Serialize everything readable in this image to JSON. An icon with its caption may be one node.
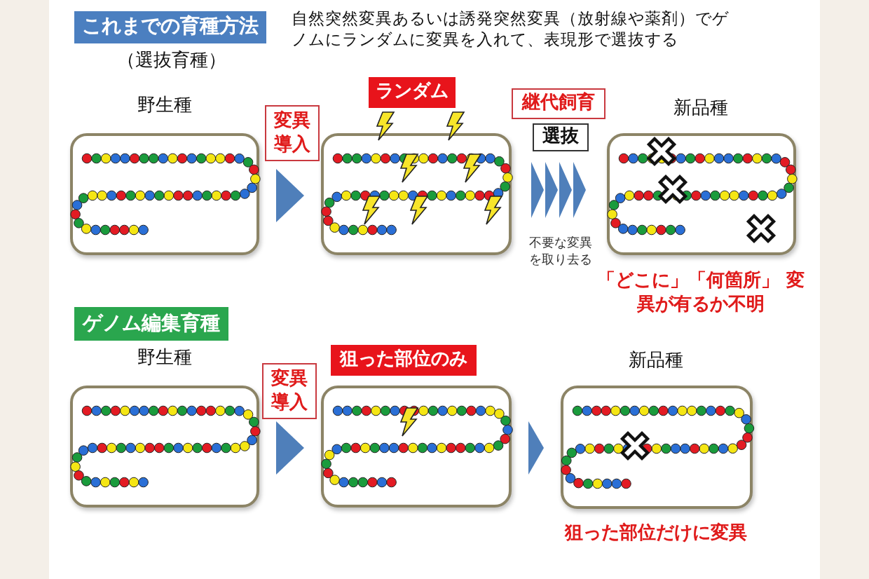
{
  "diagram": {
    "nodes": [
      {
        "text": [
          "野生種"
        ]
      },
      {
        "text": [
          "ランダム"
        ]
      },
      {
        "text": [
          "新品種"
        ],
        "beside": [
          "「どこに」「何箇所」 変異が有るか不明"
        ]
      },
      {
        "text": [
          "野生種"
        ]
      },
      {
        "text": [
          "狙った部位のみ"
        ]
      },
      {
        "text": [
          "新品種"
        ],
        "beside": [
          "狙った部位だけに変異"
        ]
      }
    ],
    "edges": [
      {
        "from": 0,
        "to": 1,
        "arrow": "to"
      },
      {
        "from": 1,
        "to": 2,
        "arrow": "to"
      },
      {
        "from": 3,
        "to": 4,
        "arrow": "to"
      },
      {
        "from": 4,
        "to": 5,
        "arrow": "to"
      }
    ],
    "labels": [
      "これまでの育種方法",
      "（選抜育種）",
      "自然突然変異あるいは誘発突然変異（放射線や薬剤）でゲノムにランダムに変異を入れて、表現形で選抜する",
      "変異導入",
      "継代飼育",
      "選抜",
      "不要な変異を取り去る",
      "ゲノム編集育種",
      "変異導入"
    ]
  }
}
